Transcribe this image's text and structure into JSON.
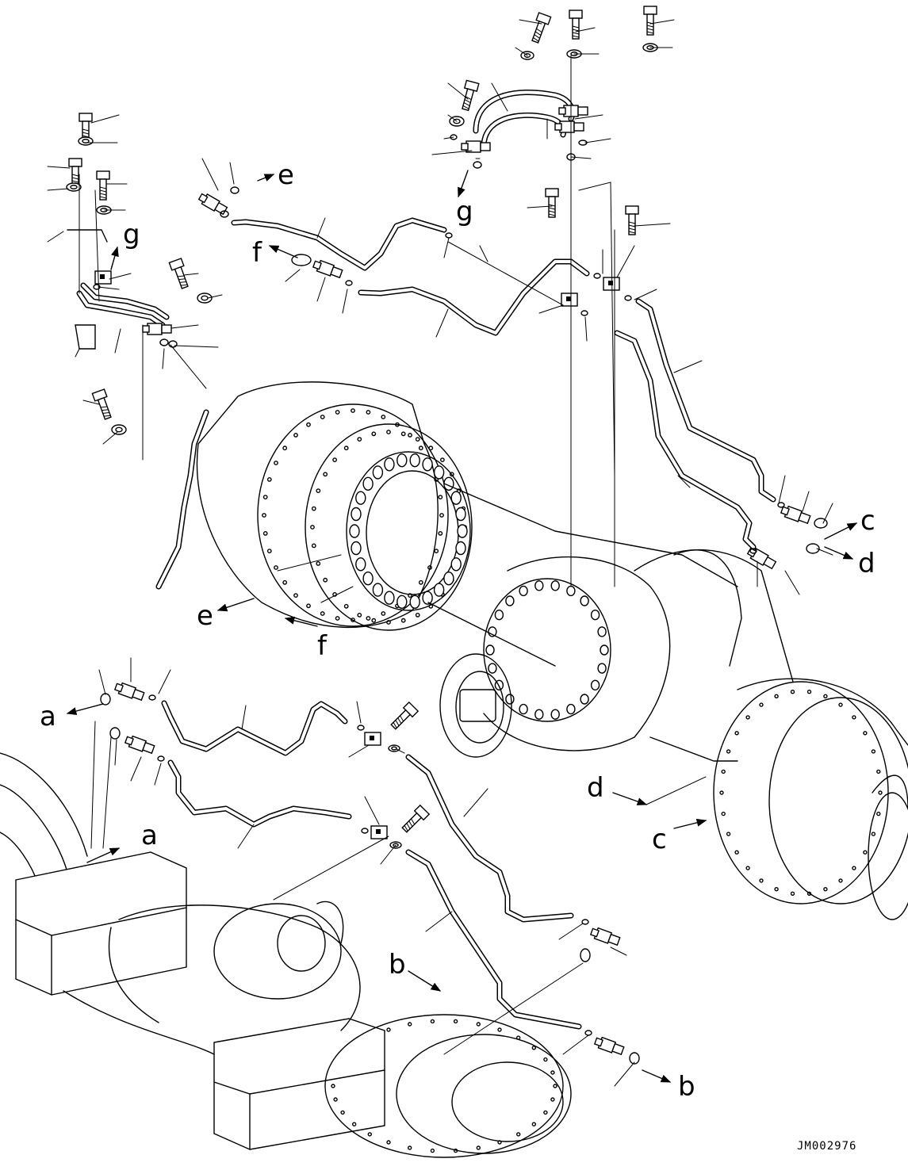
{
  "drawing_code": "JM002976",
  "connection_labels": {
    "a": "a",
    "b": "b",
    "c": "c",
    "d": "d",
    "e": "e",
    "f": "f",
    "g": "g"
  }
}
